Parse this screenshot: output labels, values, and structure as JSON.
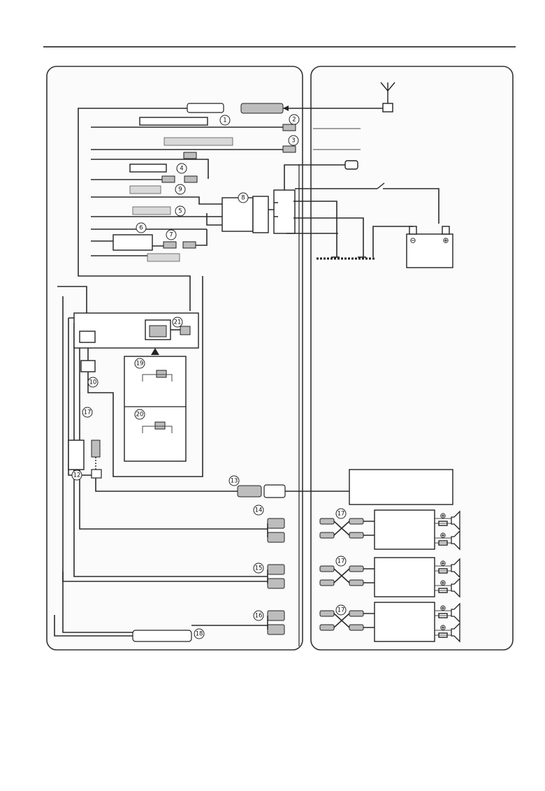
{
  "callouts": [
    {
      "id": "c1",
      "text": "1"
    },
    {
      "id": "c2",
      "text": "2"
    },
    {
      "id": "c3",
      "text": "3"
    },
    {
      "id": "c4",
      "text": "4"
    },
    {
      "id": "c5",
      "text": "5"
    },
    {
      "id": "c6",
      "text": "6"
    },
    {
      "id": "c7",
      "text": "7"
    },
    {
      "id": "c8",
      "text": "8"
    },
    {
      "id": "c9",
      "text": "9"
    },
    {
      "id": "c10",
      "text": "10"
    },
    {
      "id": "c12",
      "text": "12"
    },
    {
      "id": "c13",
      "text": "13"
    },
    {
      "id": "c14",
      "text": "14"
    },
    {
      "id": "c15",
      "text": "15"
    },
    {
      "id": "c16",
      "text": "16"
    },
    {
      "id": "c17a",
      "text": "17"
    },
    {
      "id": "c17b",
      "text": "17"
    },
    {
      "id": "c17c",
      "text": "17"
    },
    {
      "id": "c17d",
      "text": "17"
    },
    {
      "id": "c18",
      "text": "18"
    },
    {
      "id": "c19",
      "text": "19"
    },
    {
      "id": "c20",
      "text": "20"
    },
    {
      "id": "c21",
      "text": "21"
    }
  ],
  "symbols": {
    "plus": "⊕",
    "battery_minus": "⊖",
    "battery_plus": "⊕"
  }
}
